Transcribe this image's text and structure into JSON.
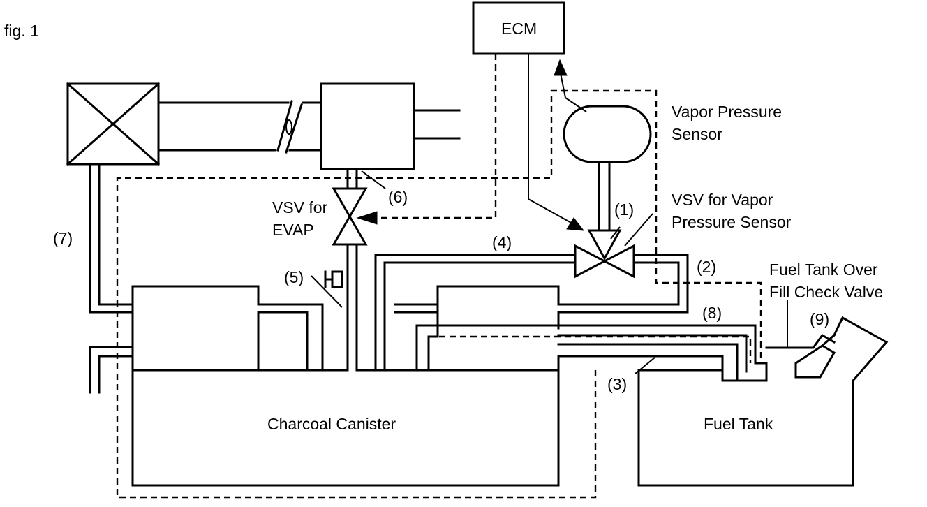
{
  "figure": {
    "label": "fig. 1"
  },
  "components": {
    "ecm": "ECM",
    "vapor_pressure_sensor": [
      "Vapor Pressure",
      "Sensor"
    ],
    "vsv_vapor_pressure_sensor": [
      "VSV for Vapor",
      "Pressure Sensor"
    ],
    "vsv_evap": [
      "VSV for",
      "EVAP"
    ],
    "charcoal_canister": "Charcoal Canister",
    "fuel_tank": "Fuel Tank",
    "fuel_tank_over_fill_check_valve": [
      "Fuel Tank Over",
      "Fill Check Valve"
    ]
  },
  "callouts": {
    "c1": "(1)",
    "c2": "(2)",
    "c3": "(3)",
    "c4": "(4)",
    "c5": "(5)",
    "c6": "(6)",
    "c7": "(7)",
    "c8": "(8)",
    "c9": "(9)"
  }
}
